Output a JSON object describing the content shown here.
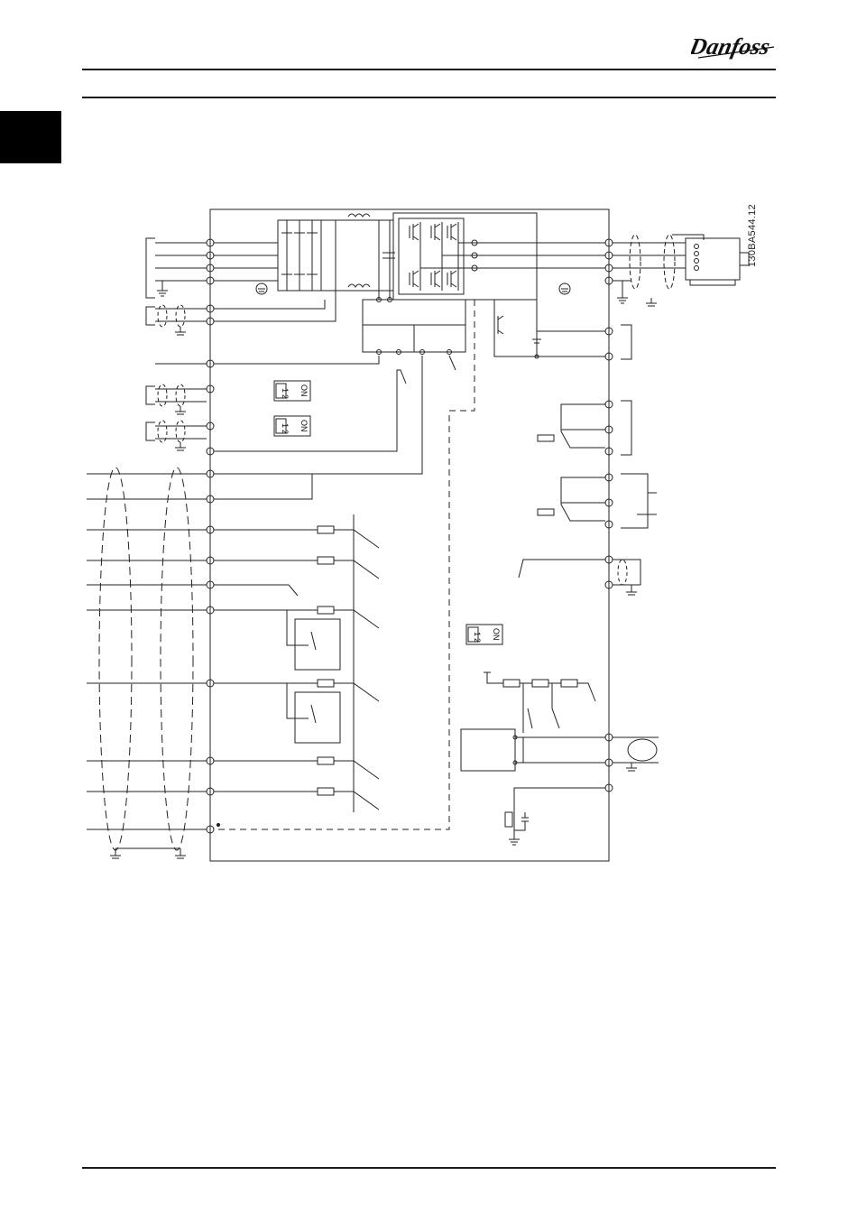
{
  "brand": {
    "name": "Danfoss"
  },
  "document": {
    "code": "130BA544.12"
  },
  "switches": [
    {
      "id": "sw-a",
      "label": "ON",
      "positions": [
        "1",
        "2"
      ]
    },
    {
      "id": "sw-b",
      "label": "ON",
      "positions": [
        "1",
        "2"
      ]
    },
    {
      "id": "sw-c",
      "label": "ON",
      "positions": [
        "1",
        "2"
      ]
    }
  ]
}
